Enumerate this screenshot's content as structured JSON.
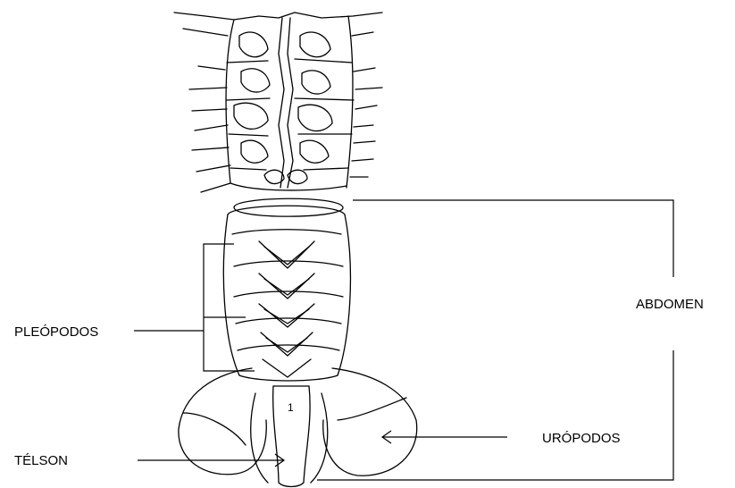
{
  "labels": {
    "pleopodos": "PLEÓPODOS",
    "abdomen": "ABDOMEN",
    "telson": "TÉLSON",
    "uropodos": "URÓPODOS"
  },
  "segment_mark": "1"
}
